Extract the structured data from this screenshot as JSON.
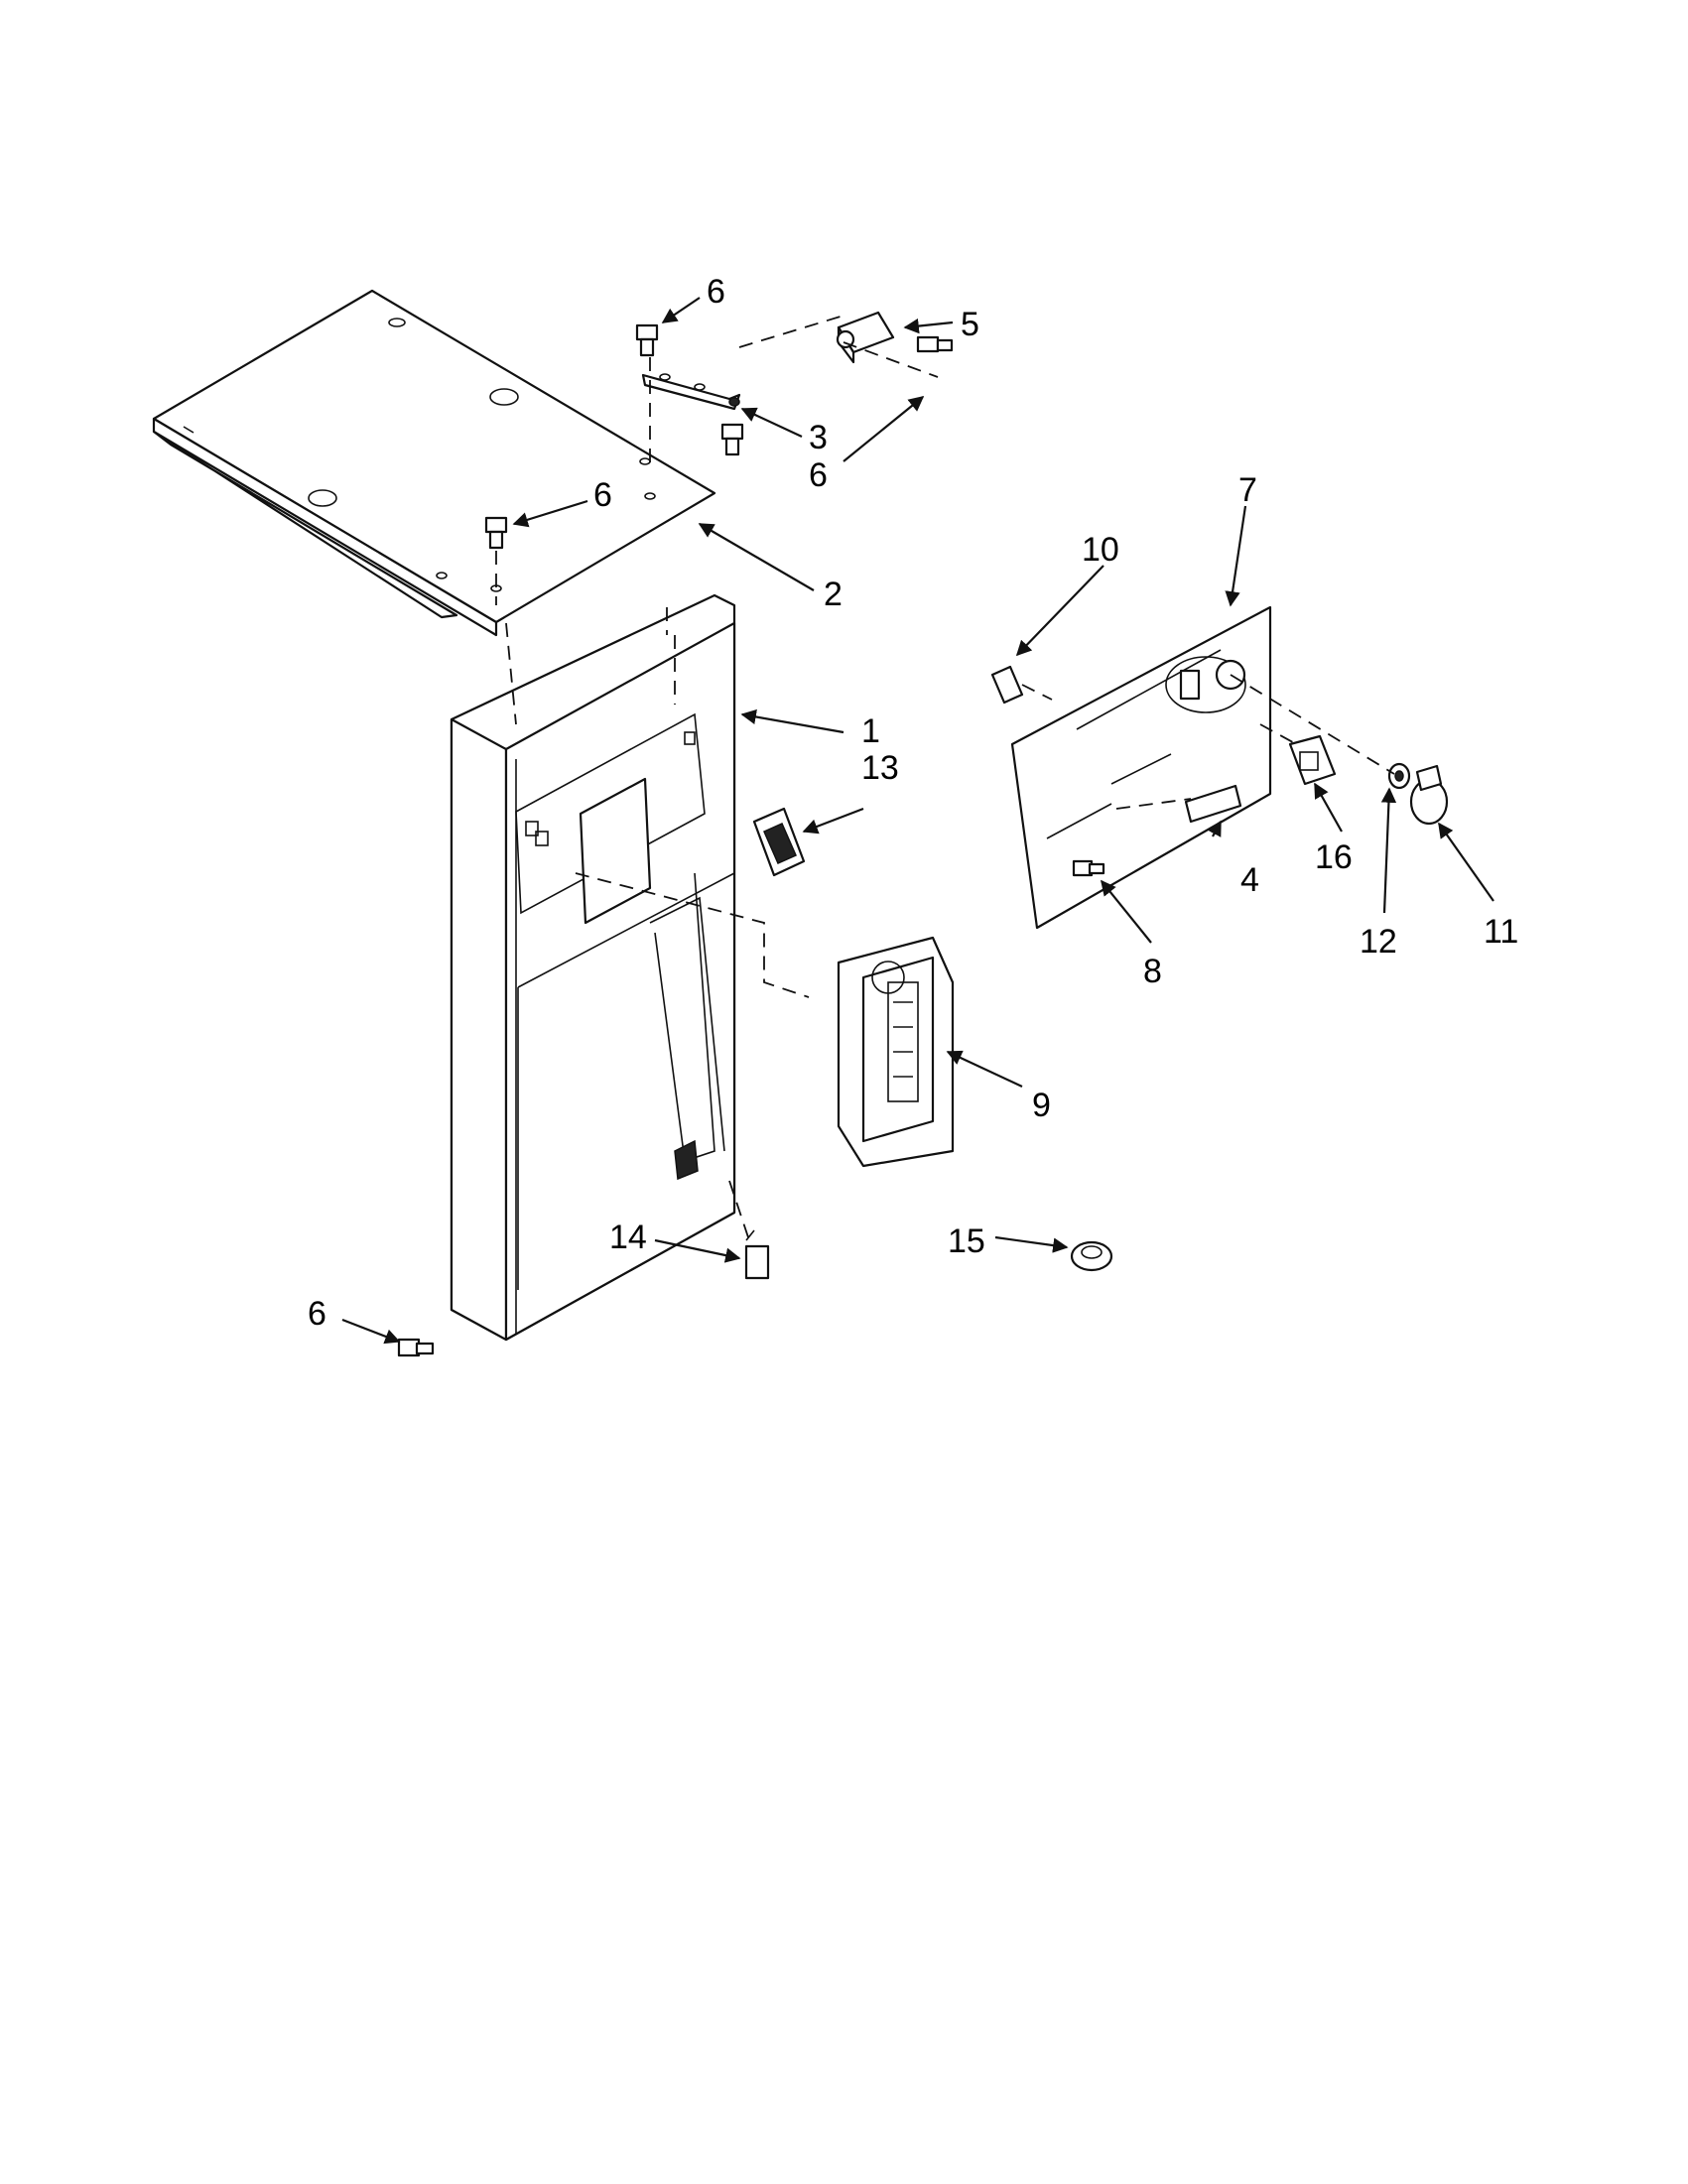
{
  "callouts": [
    {
      "id": "c1",
      "label": "1"
    },
    {
      "id": "c2",
      "label": "2"
    },
    {
      "id": "c3",
      "label": "3"
    },
    {
      "id": "c4",
      "label": "4"
    },
    {
      "id": "c5",
      "label": "5"
    },
    {
      "id": "c6a",
      "label": "6"
    },
    {
      "id": "c6b",
      "label": "6"
    },
    {
      "id": "c6c",
      "label": "6"
    },
    {
      "id": "c6d",
      "label": "6"
    },
    {
      "id": "c7",
      "label": "7"
    },
    {
      "id": "c8",
      "label": "8"
    },
    {
      "id": "c9",
      "label": "9"
    },
    {
      "id": "c10",
      "label": "10"
    },
    {
      "id": "c11",
      "label": "11"
    },
    {
      "id": "c12",
      "label": "12"
    },
    {
      "id": "c13",
      "label": "13"
    },
    {
      "id": "c14",
      "label": "14"
    },
    {
      "id": "c15",
      "label": "15"
    },
    {
      "id": "c16",
      "label": "16"
    }
  ],
  "colors": {
    "ink": "#111111",
    "paper": "#ffffff"
  }
}
